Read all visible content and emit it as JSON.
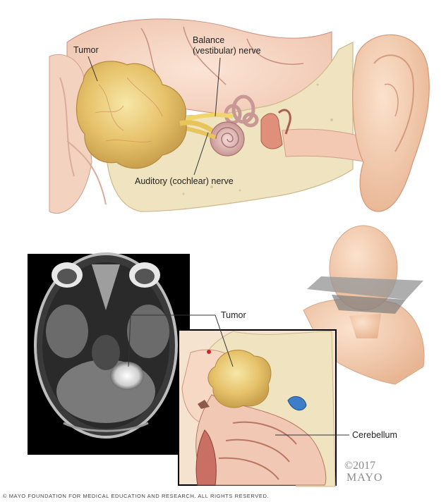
{
  "labels": {
    "tumor_top": "Tumor",
    "balance_nerve_line1": "Balance",
    "balance_nerve_line2": "(vestibular) nerve",
    "auditory_nerve": "Auditory (cochlear) nerve",
    "tumor_bottom": "Tumor",
    "cerebellum": "Cerebellum"
  },
  "watermark": {
    "year": "©2017",
    "name": "MAYO"
  },
  "footer": {
    "copyright": "© MAYO FOUNDATION FOR MEDICAL EDUCATION AND RESEARCH. ALL RIGHTS RESERVED."
  },
  "colors": {
    "tumor": "#e8c872",
    "skin": "#f2c9a8",
    "bone": "#efe3c0",
    "mri_background": "#000000",
    "cerebellum": "#c98470"
  }
}
